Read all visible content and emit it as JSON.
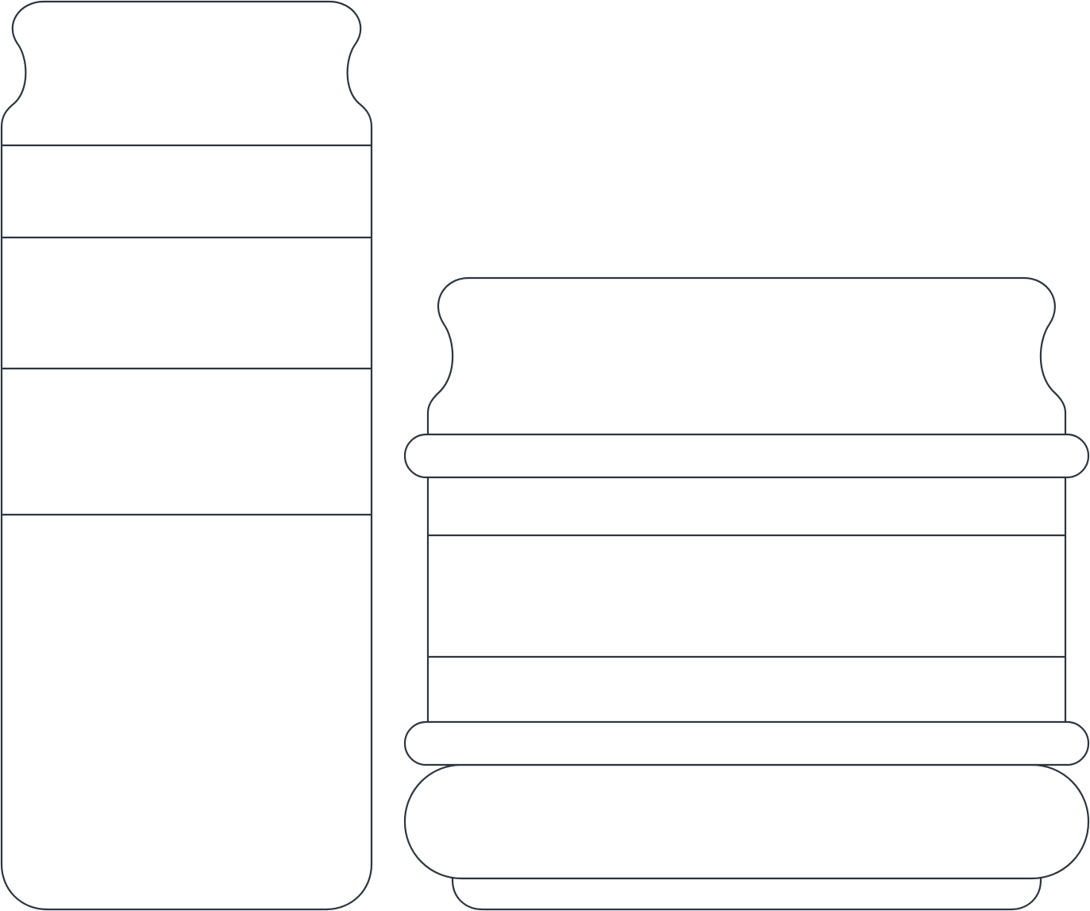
{
  "colors": {
    "stroke": "#2d3641",
    "fill": "#ffffff",
    "background": "#ffffff"
  },
  "figures": [
    {
      "name": "tall-jar",
      "band_count": 4
    },
    {
      "name": "short-jar",
      "band_count": 3
    }
  ]
}
